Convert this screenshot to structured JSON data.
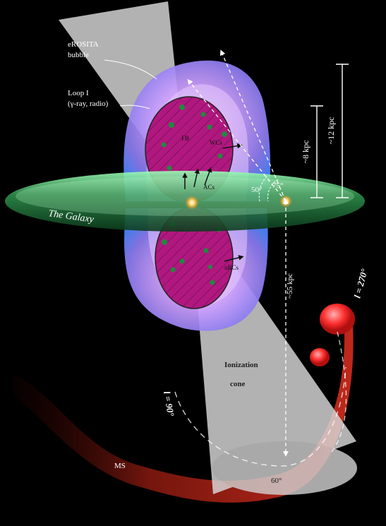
{
  "labels": {
    "erosita_line1": "eROSITA",
    "erosita_line2": "bubble",
    "loop_line1": "Loop I",
    "loop_line2": "(γ-ray, radio)",
    "fb": "FB",
    "wcs": "WCs",
    "acs": "ACs",
    "nrcs": "nRCs",
    "galaxy": "The Galaxy",
    "angle_50": "50°",
    "angle_75": "75°",
    "height_8kpc": "~8 kpc",
    "height_12kpc": "~12 kpc",
    "distance_55kpc": "~55 kpc",
    "ionization_line1": "Ionization",
    "ionization_line2": "cone",
    "l90": "l = 90°",
    "l270": "l = 270°",
    "ms": "MS",
    "angle_60": "60°"
  },
  "colors": {
    "background": "#000000",
    "bubble": "#8fa6ff",
    "fermi_bubble": "#b0187f",
    "galaxy_disk": "#2e8f4c",
    "cone": "#d9d9d9",
    "magellanic_stream": "#d4291a",
    "clouds": "#1f8a3c"
  }
}
